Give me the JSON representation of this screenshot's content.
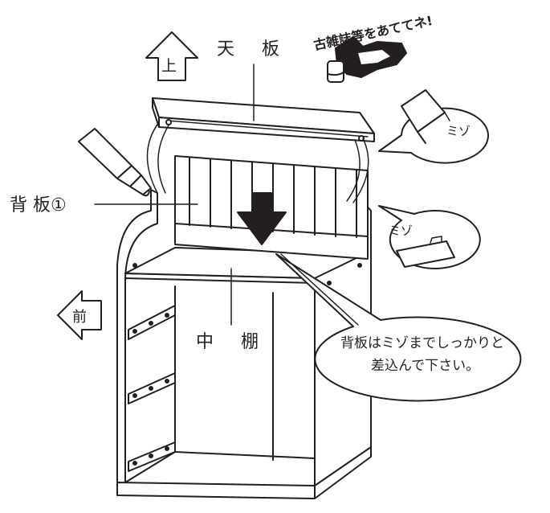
{
  "labels": {
    "top_board": "天　板",
    "back_board": "背 板①",
    "middle_shelf": "中　棚"
  },
  "arrows": {
    "up": "上",
    "front": "前"
  },
  "stamp_text": "古雑誌等をあててネ!",
  "bubbles": {
    "groove_top": "ミゾ",
    "groove_side": "ミゾ",
    "instruction_line1": "背板はミゾまでしっかりと",
    "instruction_line2": "差込んで下さい。"
  },
  "colors": {
    "line": "#231f20",
    "fill": "#ffffff"
  }
}
